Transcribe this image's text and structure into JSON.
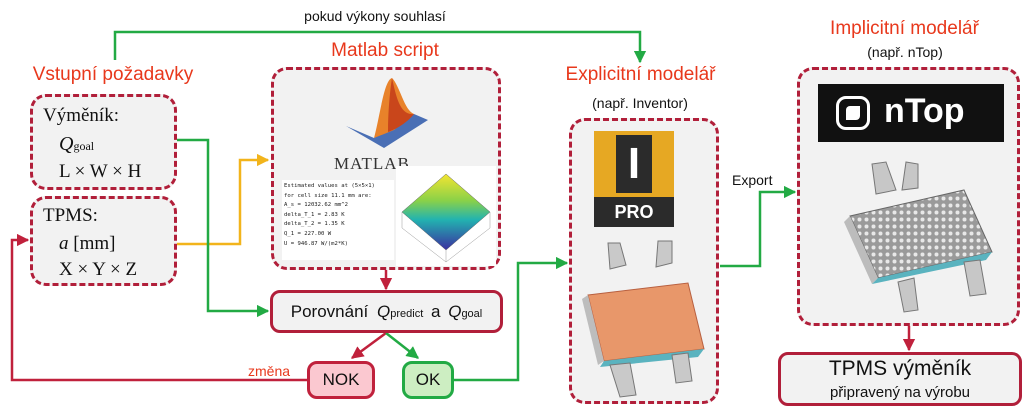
{
  "top_link": "pokud výkony souhlasí",
  "input": {
    "title": "Vstupní požadavky",
    "exchanger_label": "Výměník:",
    "q_symbol": "Q",
    "q_sub": "goal",
    "dims": "L × W × H",
    "tpms_label": "TPMS:",
    "cell_symbol": "a",
    "cell_unit": "[mm]",
    "xyz": "X × Y × Z"
  },
  "matlab": {
    "title": "Matlab script",
    "logo_text": "MATLAB",
    "console": [
      "Estimated values at (5×5×1)",
      "for cell size 11.1 mm are:",
      "A_s = 12032.62 mm^2",
      "delta_T_1 = 2.83 K",
      "delta_T_2 = 1.35 K",
      "Q_1 = 227.00 W",
      "U = 946.87 W/(m2*K)"
    ]
  },
  "compare": {
    "text_pre": "Porovnání",
    "q1": "Q",
    "q1_sub": "predict",
    "and": "a",
    "q2": "Q",
    "q2_sub": "goal"
  },
  "change_label": "změna",
  "nok_label": "NOK",
  "ok_label": "OK",
  "explicit": {
    "title": "Explicitní modelář",
    "subtitle": "(např. Inventor)",
    "logo_letter": "I",
    "logo_pro": "PRO"
  },
  "export_label": "Export",
  "implicit": {
    "title": "Implicitní modelář",
    "subtitle": "(např. nTop)",
    "logo_text": "nTop"
  },
  "result": {
    "line1": "TPMS výměník",
    "line2": "připravený na výrobu"
  },
  "colors": {
    "arrow_green": "#22aa44",
    "arrow_red": "#c0213c",
    "arrow_yellow": "#f2b41b",
    "title_red": "#e8381c",
    "border": "#b11f3a"
  }
}
